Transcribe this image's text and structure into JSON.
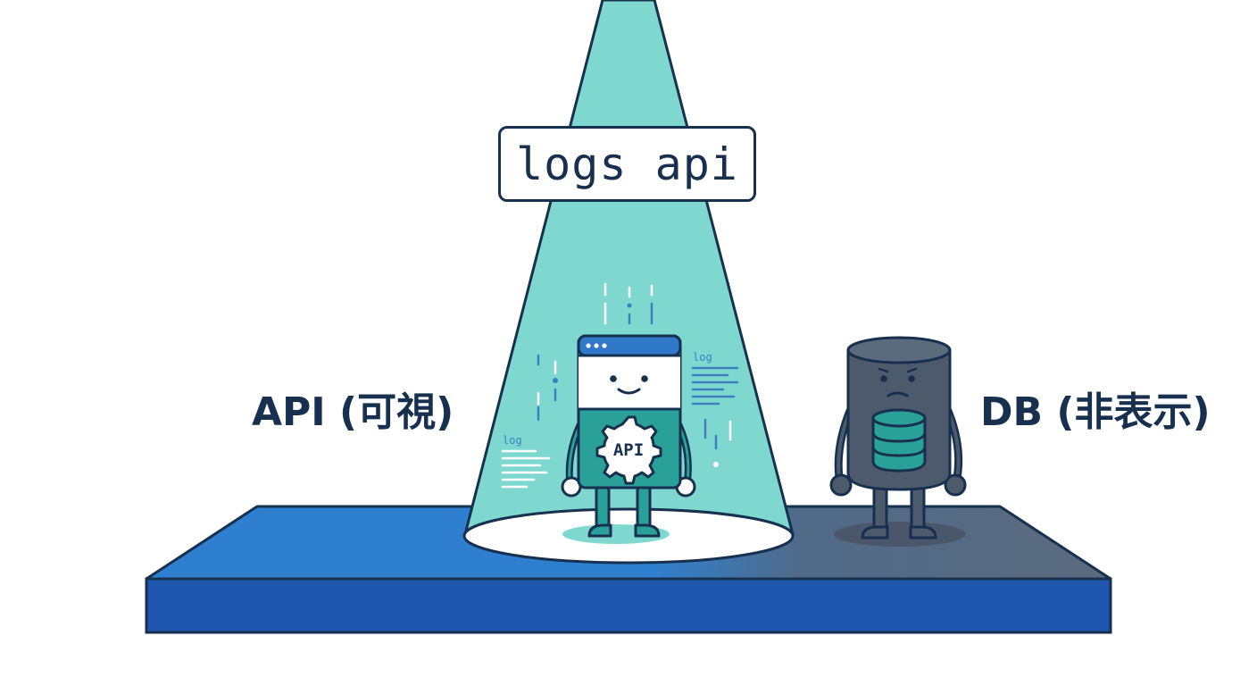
{
  "title": "logs api",
  "left_label": "API (可視)",
  "right_label": "DB (非表示)",
  "api_character": {
    "badge": "API",
    "log_notes": [
      "log",
      "log"
    ]
  },
  "colors": {
    "outline": "#17304f",
    "stage_blue": "#2f79c8",
    "stage_dark": "#5b6b7e",
    "spotlight": "#7fd8cf",
    "api_body": "#2aa198",
    "db_body": "#4d5a6b"
  }
}
